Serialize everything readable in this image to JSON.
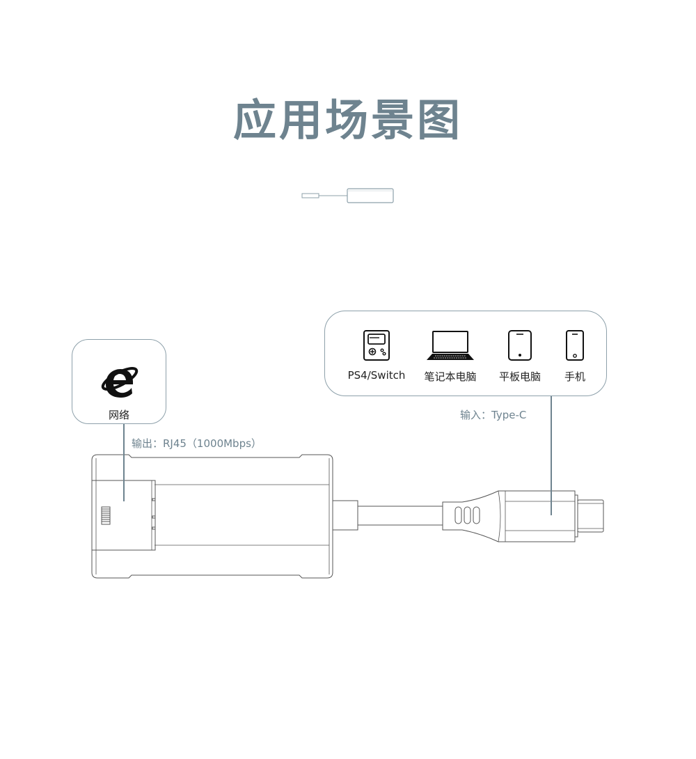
{
  "title": "应用场景图",
  "network": {
    "label": "网络",
    "icon": "internet-explorer-icon"
  },
  "devices": [
    {
      "label": "PS4/Switch",
      "icon": "game-console-icon"
    },
    {
      "label": "笔记本电脑",
      "icon": "laptop-icon"
    },
    {
      "label": "平板电脑",
      "icon": "tablet-icon"
    },
    {
      "label": "手机",
      "icon": "phone-icon"
    }
  ],
  "annotations": {
    "output": "输出：RJ45（1000Mbps）",
    "input": "输入：Type-C"
  },
  "colors": {
    "accent": "#6e838f",
    "outline": "#8da0aa",
    "drawing": "#555555"
  }
}
